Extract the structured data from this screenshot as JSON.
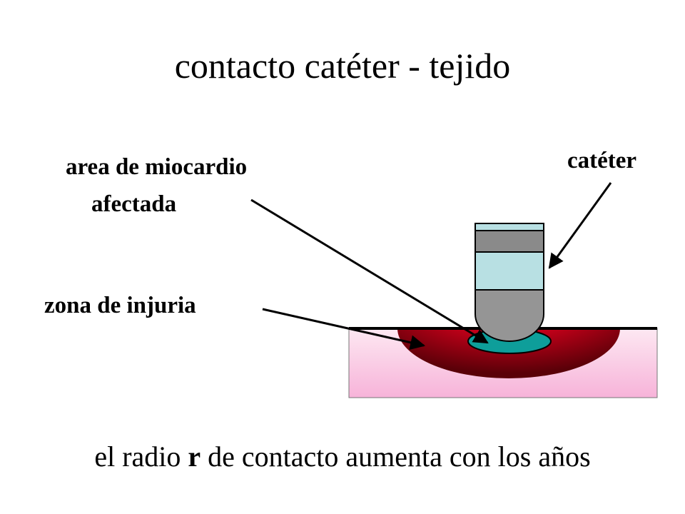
{
  "slide": {
    "title": "contacto catéter - tejido",
    "labels": {
      "affected_line1": "area de miocardio",
      "affected_line2": "afectada",
      "injury": "zona de injuria",
      "catheter": "catéter"
    },
    "caption": {
      "part1": "el radio ",
      "bold": "r",
      "part2": " de contacto aumenta con los años"
    }
  },
  "colors": {
    "tissue_top": "#fde8f2",
    "tissue_bottom": "#f7b3d9",
    "lesion_center": "#ff2020",
    "lesion_edge": "#5a0008",
    "contact_zone": "#0e9e9a",
    "catheter_band_light": "#b8e0e3",
    "catheter_band_dark": "#8a8a8a",
    "catheter_tip": "#959595"
  }
}
